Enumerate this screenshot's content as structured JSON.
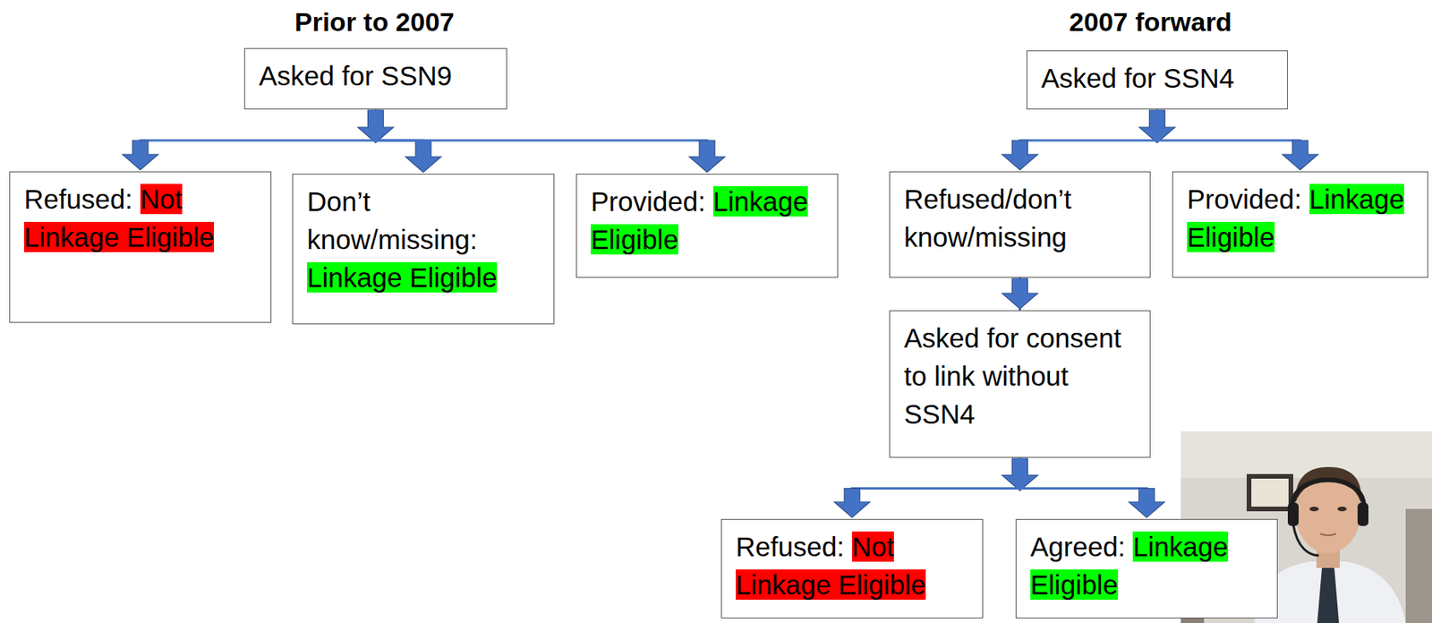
{
  "diagram": {
    "nodes": [
      {
        "text": [
          "Asked for SSN9"
        ]
      },
      {
        "text": [
          "Refused:",
          "Not Linkage Eligible"
        ]
      },
      {
        "text": [
          "Don’t know/missing:",
          "Linkage Eligible"
        ]
      },
      {
        "text": [
          "Provided:",
          "Linkage Eligible"
        ]
      },
      {
        "text": [
          "Asked for SSN4"
        ]
      },
      {
        "text": [
          "Refused/don’t know/missing"
        ]
      },
      {
        "text": [
          "Provided:",
          "Linkage Eligible"
        ]
      },
      {
        "text": [
          "Asked for consent to link without SSN4"
        ]
      },
      {
        "text": [
          "Refused:",
          "Not Linkage Eligible"
        ]
      },
      {
        "text": [
          "Agreed:",
          "Linkage Eligible"
        ]
      }
    ],
    "edges": [
      {
        "from": 0,
        "to": 1,
        "arrow": "to"
      },
      {
        "from": 0,
        "to": 2,
        "arrow": "to"
      },
      {
        "from": 0,
        "to": 3,
        "arrow": "to"
      },
      {
        "from": 4,
        "to": 5,
        "arrow": "to"
      },
      {
        "from": 4,
        "to": 6,
        "arrow": "to"
      },
      {
        "from": 5,
        "to": 7,
        "arrow": "to"
      },
      {
        "from": 7,
        "to": 8,
        "arrow": "to"
      },
      {
        "from": 7,
        "to": 9,
        "arrow": "to"
      }
    ],
    "labels": [
      "Prior to 2007",
      "2007 forward"
    ]
  }
}
